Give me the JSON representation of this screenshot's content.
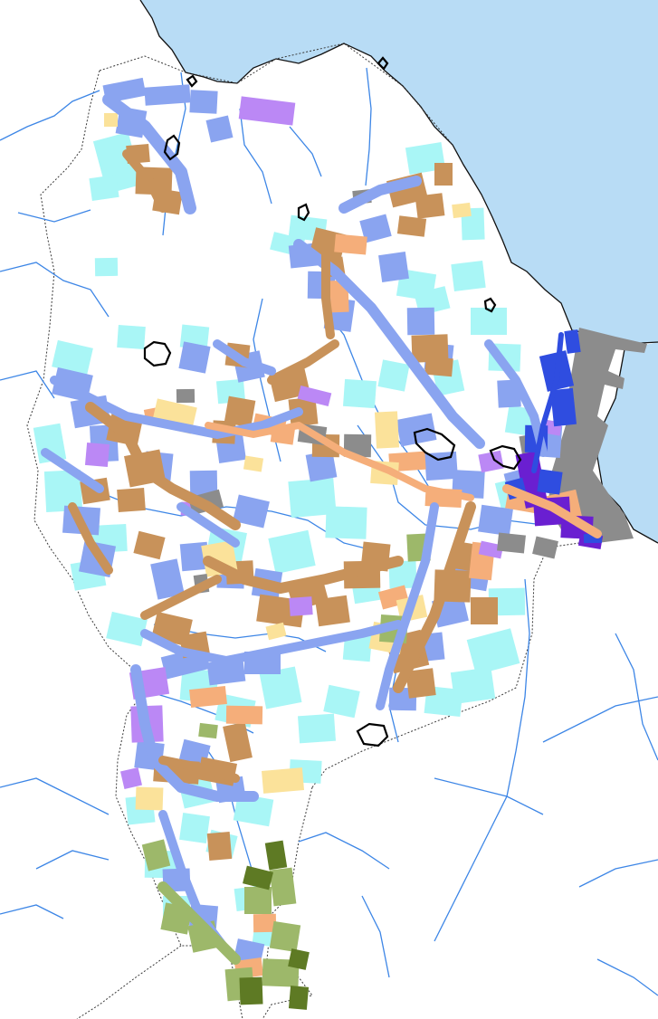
{
  "map": {
    "colors": {
      "background": "#ffffff",
      "sea": "#b8dcf5",
      "coastline": "#111111",
      "river": "#3d86e6",
      "boundary": "#3a3a3a",
      "light_cyan": "#a9f6f6",
      "periwinkle": "#8aa4f0",
      "tan_brown": "#c8925a",
      "salmon": "#f5ae7a",
      "pale_yellow": "#fbe29a",
      "violet": "#bb88f5",
      "gray": "#8c8c8c",
      "olive_green": "#9db86a",
      "dark_green": "#5e7a24",
      "deep_purple": "#6a1fd1",
      "royal_blue": "#2f4de0",
      "outline_black": "#000000"
    },
    "layers": [
      "sea",
      "municipal-boundary",
      "rivers",
      "land-use-parcels",
      "lake-outlines"
    ]
  }
}
